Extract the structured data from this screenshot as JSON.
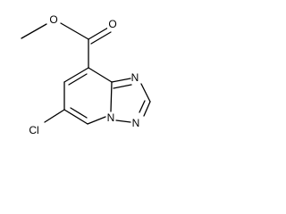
{
  "molecule": {
    "atoms": {
      "o_carbonyl": "O",
      "o_ester": "O",
      "n_bridge": "N",
      "n_triazole_2": "N",
      "n_triazole_3": "N",
      "cl": "Cl"
    },
    "colors": {
      "bond": "#000000",
      "label": "#000000",
      "background": "#ffffff"
    }
  }
}
